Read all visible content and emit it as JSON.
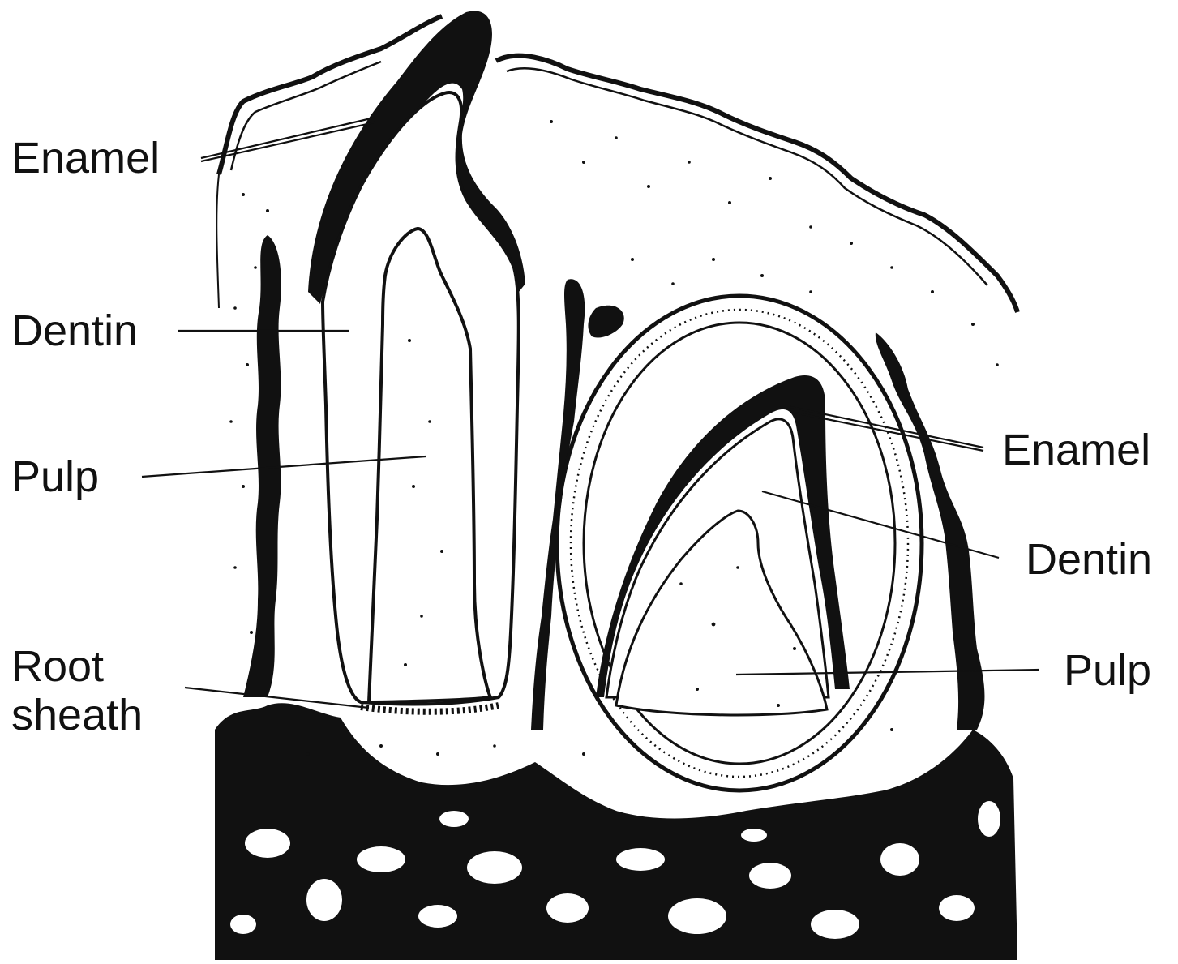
{
  "diagram": {
    "labels": {
      "left": {
        "enamel": "Enamel",
        "dentin": "Dentin",
        "pulp": "Pulp",
        "root_sheath_line1": "Root",
        "root_sheath_line2": "sheath"
      },
      "right": {
        "enamel": "Enamel",
        "dentin": "Dentin",
        "pulp": "Pulp"
      }
    },
    "colors": {
      "ink": "#111111",
      "paper": "#ffffff"
    }
  }
}
